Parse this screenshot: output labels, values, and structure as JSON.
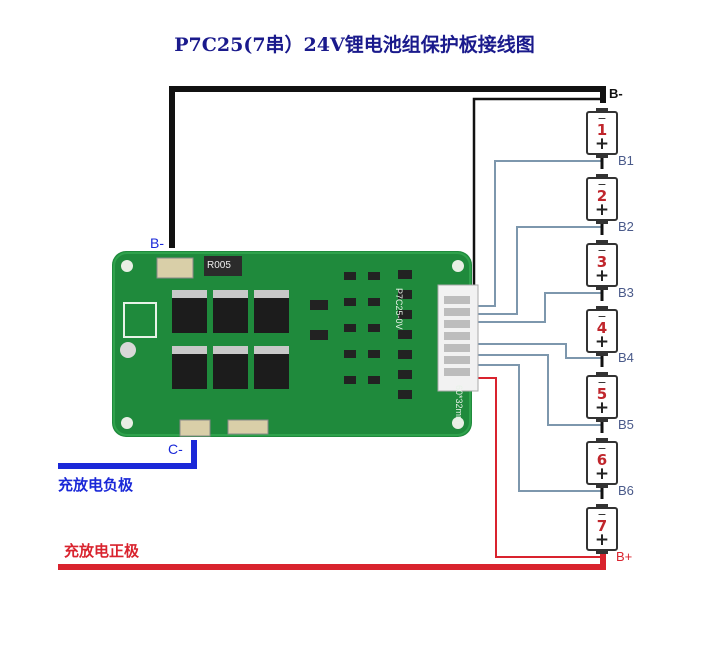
{
  "title": "P7C25(7串）24V锂电池组保护板接线图",
  "cells": [
    {
      "num": "1",
      "minus": "−",
      "plus": "+"
    },
    {
      "num": "2",
      "minus": "−",
      "plus": "+"
    },
    {
      "num": "3",
      "minus": "−",
      "plus": "+"
    },
    {
      "num": "4",
      "minus": "−",
      "plus": "+"
    },
    {
      "num": "5",
      "minus": "−",
      "plus": "+"
    },
    {
      "num": "6",
      "minus": "−",
      "plus": "+"
    },
    {
      "num": "7",
      "minus": "−",
      "plus": "+"
    }
  ],
  "labels": {
    "b_minus_top": "B-",
    "b1": "B1",
    "b2": "B2",
    "b3": "B3",
    "b4": "B4",
    "b5": "B5",
    "b6": "B6",
    "b_plus": "B+",
    "b_minus_board": "B-",
    "c_minus": "C-",
    "neg_text": "充放电负极",
    "pos_text": "充放电正极"
  },
  "board": {
    "resistor_text": "R005",
    "silk_top": "P7C25-0V",
    "silk_side": "60*32mm"
  },
  "colors": {
    "black_wire": "#111111",
    "balance_wire": "#7d97ad",
    "red_wire": "#d9232e",
    "blue_wire": "#1a28d8",
    "pcb": "#1f8a3c",
    "title": "#1a1a8c"
  }
}
